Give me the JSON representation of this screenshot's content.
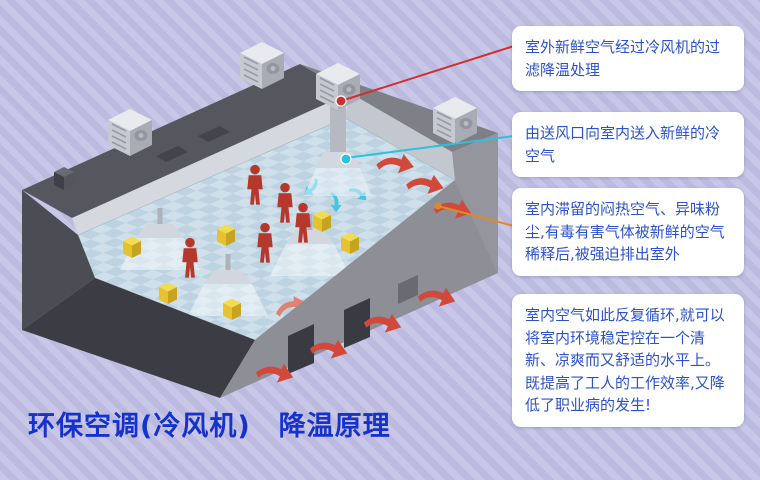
{
  "title": "环保空调(冷风机)　降温原理",
  "callouts": [
    {
      "id": "outdoor-air-filtering",
      "connector_color": "#d02f2f",
      "text": "室外新鲜空气经过冷风机的过滤降温处理"
    },
    {
      "id": "cool-air-supply",
      "connector_color": "#2cc2dc",
      "text": "由送风口向室内送入新鲜的冷空气"
    },
    {
      "id": "stale-air-exhaust",
      "connector_color": "#e1892a",
      "text": "室内滞留的闷热空气、异味粉尘,有毒有害气体被新鲜的空气稀释后,被强迫排出室外"
    },
    {
      "id": "circulation-benefits",
      "connector_color": null,
      "text": "室内空气如此反复循环,就可以将室内环境稳定控在一个清新、凉爽而又舒适的水平上。既提高了工人的工作效率,又降低了职业病的发生!"
    }
  ],
  "illustration": {
    "subject": "环保空调降温原理示意图",
    "rooftop_cooler_units": 4,
    "workers": 5,
    "hot_air_color": "#d0493a",
    "cool_air_color": "#45c6dc"
  },
  "colors": {
    "background_stripe_light": "#c9c7e8",
    "background_stripe_dark": "#bcbadf",
    "callout_background": "#ffffff",
    "callout_text": "#2b52c8",
    "title": "#1533cc",
    "connector_red": "#d02f2f",
    "connector_cyan": "#2cc2dc",
    "connector_orange": "#e1892a"
  }
}
